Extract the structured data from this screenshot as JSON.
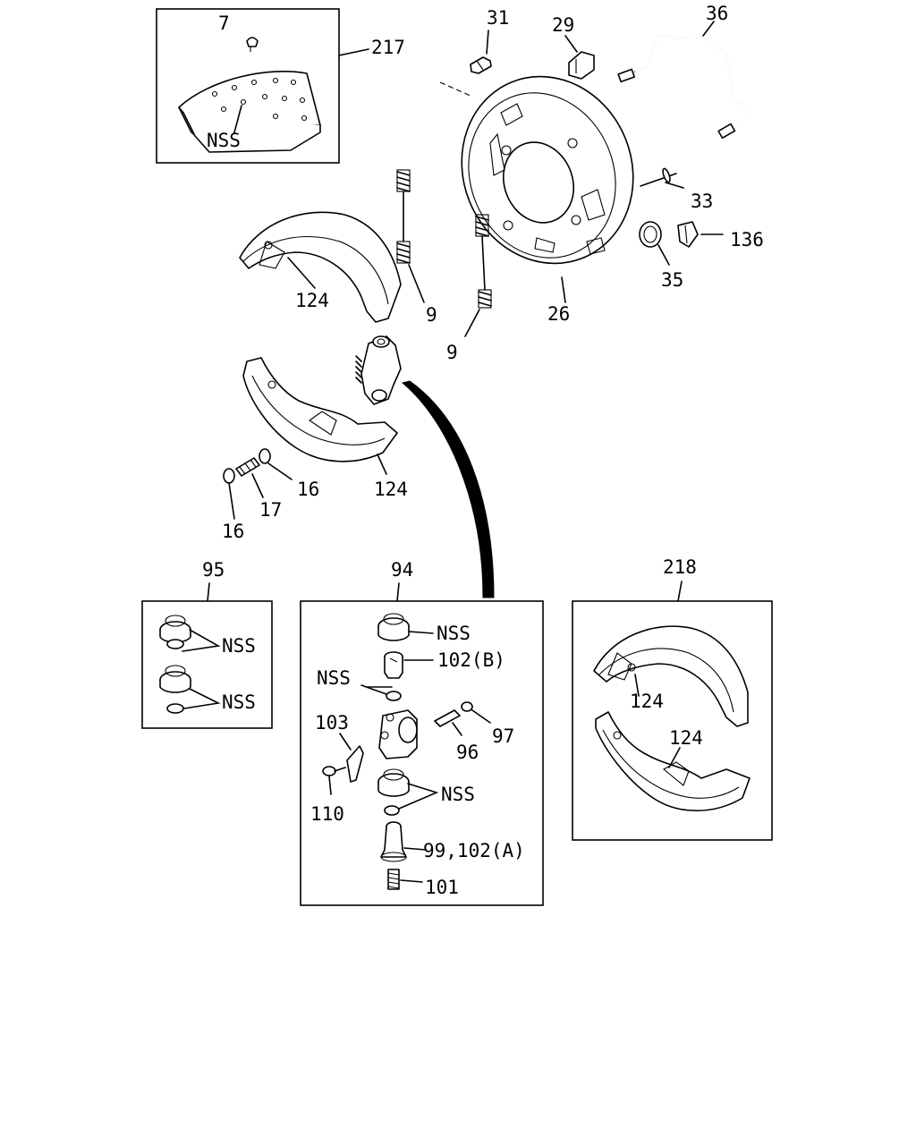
{
  "labels": {
    "p7": "7",
    "p217": "217",
    "nss_lining": "NSS",
    "p31": "31",
    "p29": "29",
    "p36": "36",
    "p33": "33",
    "p136": "136",
    "p35": "35",
    "p26": "26",
    "p9a": "9",
    "p9b": "9",
    "p124a": "124",
    "p124b": "124",
    "p16a": "16",
    "p16b": "16",
    "p17": "17",
    "p95": "95",
    "p94": "94",
    "p218": "218",
    "nss95a": "NSS",
    "nss95b": "NSS",
    "nss94a": "NSS",
    "p102b": "102(B)",
    "nss94b": "NSS",
    "p103": "103",
    "p97": "97",
    "p96": "96",
    "p110": "110",
    "nss94c": "NSS",
    "p99": "99,102(A)",
    "p101": "101",
    "p124c": "124",
    "p124d": "124"
  }
}
